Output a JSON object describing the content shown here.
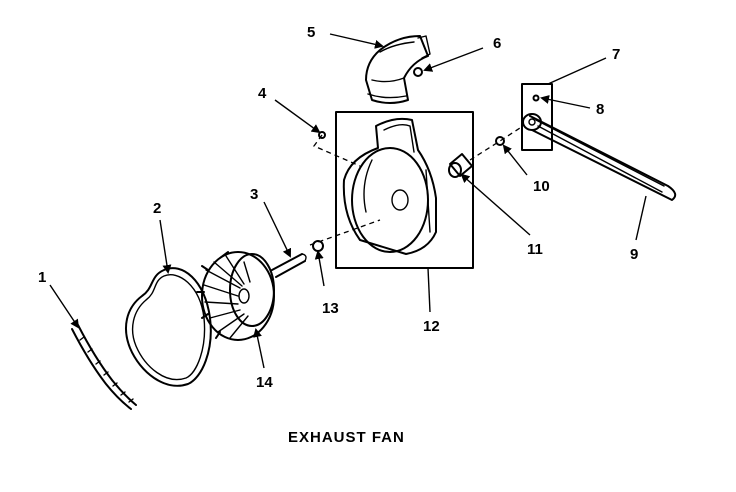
{
  "caption": "EXHAUST FAN",
  "callouts": [
    "1",
    "2",
    "3",
    "4",
    "5",
    "6",
    "7",
    "8",
    "9",
    "10",
    "11",
    "12",
    "13",
    "14"
  ]
}
